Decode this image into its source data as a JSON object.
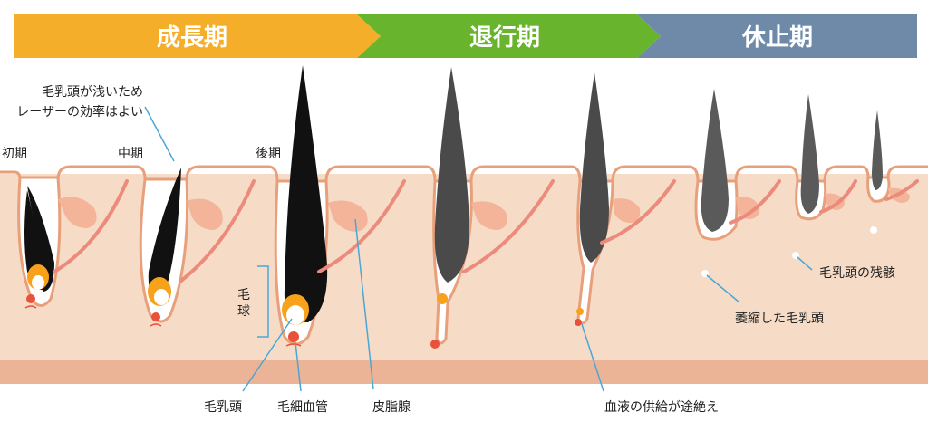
{
  "banner": {
    "phase1": "成長期",
    "phase2": "退行期",
    "phase3": "休止期"
  },
  "labels": {
    "shallow_line1": "毛乳頭が浅いため",
    "shallow_line2": "レーザーの効率はよい",
    "early": "初期",
    "middle": "中期",
    "late": "後期",
    "bulb_char1": "毛",
    "bulb_char2": "球",
    "papilla": "毛乳頭",
    "capillary": "毛細血管",
    "sebaceous": "皮脂腺",
    "blood_cut": "血液の供給が途絶え",
    "atrophied": "萎縮した毛乳頭",
    "remnant": "毛乳頭の残骸"
  },
  "colors": {
    "anagen": "#f5ae2a",
    "catagen": "#68b42c",
    "telogen": "#6e8aa8",
    "skin": "#f6dcc6",
    "skin_outline": "#e8a07c",
    "deep_layer": "#ecb496",
    "hair_black": "#111111",
    "hair_gray": "#4a4a4a",
    "papilla_orange": "#f7a21a",
    "vessel_red": "#e8523a",
    "gland": "#f3b49a",
    "leader": "#4aa6d8"
  }
}
